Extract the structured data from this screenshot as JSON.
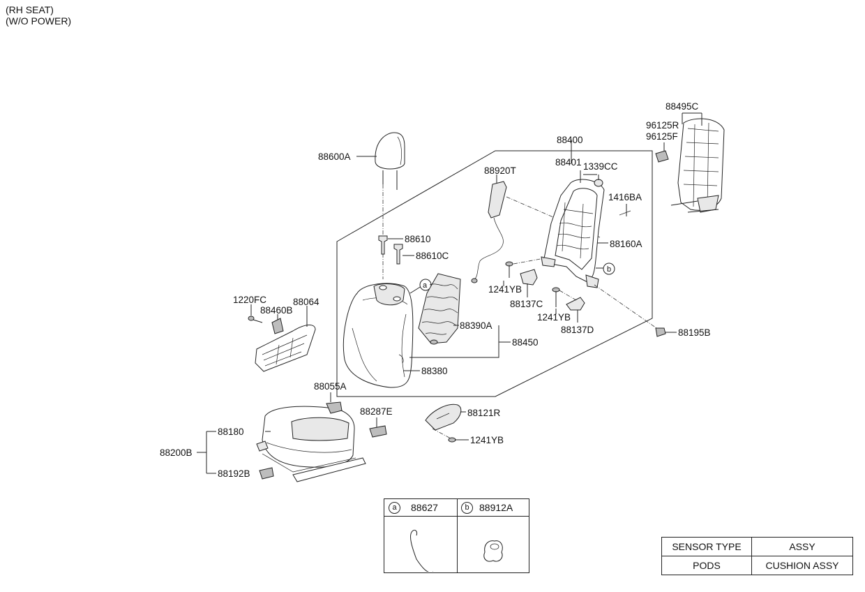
{
  "header": {
    "line1": "(RH SEAT)",
    "line2": "(W/O POWER)"
  },
  "labels": {
    "p88600A": "88600A",
    "p88610": "88610",
    "p88610C": "88610C",
    "p1220FC": "1220FC",
    "p88460B": "88460B",
    "p88064": "88064",
    "p88400": "88400",
    "p88920T": "88920T",
    "p88401": "88401",
    "p1339CC": "1339CC",
    "p1416BA": "1416BA",
    "p88160A": "88160A",
    "p1241YB_a": "1241YB",
    "p88137C": "88137C",
    "p1241YB_b": "1241YB",
    "p88137D": "88137D",
    "p88390A": "88390A",
    "p88450": "88450",
    "p88380": "88380",
    "p88195B": "88195B",
    "p88495C": "88495C",
    "p96125R": "96125R",
    "p96125F": "96125F",
    "p88055A": "88055A",
    "p88287E": "88287E",
    "p88121R": "88121R",
    "p1241YB_c": "1241YB",
    "p88180": "88180",
    "p88200B": "88200B",
    "p88192B": "88192B",
    "callout_a": "a",
    "callout_b": "b"
  },
  "inset": {
    "a_letter": "a",
    "a_part": "88627",
    "b_letter": "b",
    "b_part": "88912A"
  },
  "spec_table": {
    "rows": [
      {
        "c1": "SENSOR TYPE",
        "c2": "ASSY"
      },
      {
        "c1": "PODS",
        "c2": "CUSHION ASSY"
      }
    ]
  }
}
